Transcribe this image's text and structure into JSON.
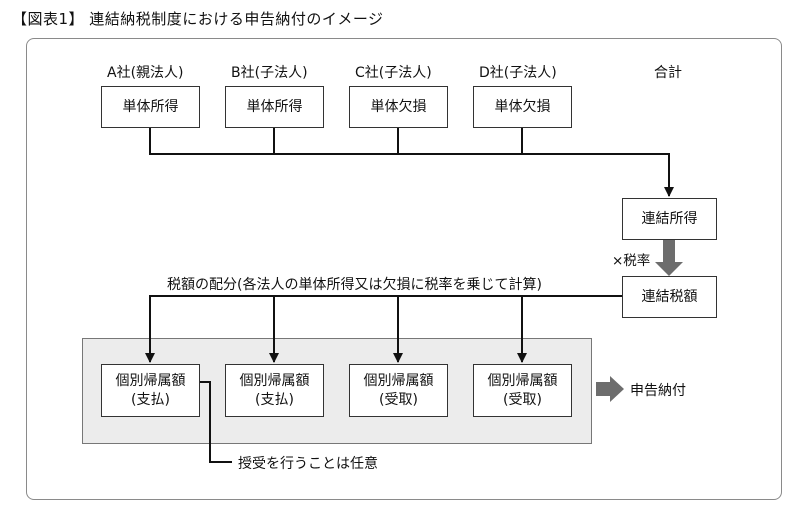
{
  "title": "【図表1】 連結納税制度における申告納付のイメージ",
  "companies": [
    {
      "label": "A社(親法人)",
      "box": "単体所得"
    },
    {
      "label": "B社(子法人)",
      "box": "単体所得"
    },
    {
      "label": "C社(子法人)",
      "box": "単体欠損"
    },
    {
      "label": "D社(子法人)",
      "box": "単体欠損"
    }
  ],
  "total_label": "合計",
  "consolidated_income": "連結所得",
  "tax_rate_label": "×税率",
  "consolidated_tax": "連結税額",
  "allocation_label": "税額の配分(各法人の単体所得又は欠損に税率を乗じて計算)",
  "allocations": [
    {
      "line1": "個別帰属額",
      "line2": "(支払)"
    },
    {
      "line1": "個別帰属額",
      "line2": "(支払)"
    },
    {
      "line1": "個別帰属額",
      "line2": "(受取)"
    },
    {
      "line1": "個別帰属額",
      "line2": "(受取)"
    }
  ],
  "filing_label": "申告納付",
  "transfer_note": "授受を行うことは任意"
}
